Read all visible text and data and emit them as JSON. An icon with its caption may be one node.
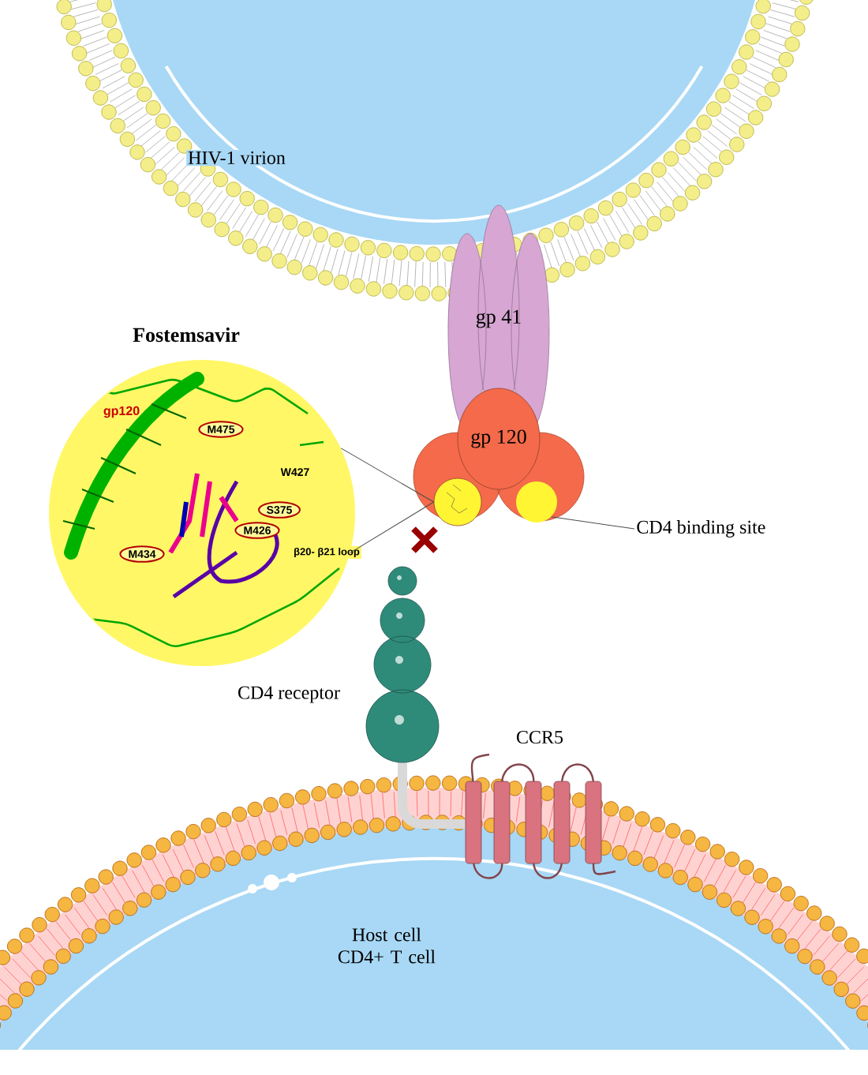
{
  "diagram": {
    "nodes": [
      {
        "text": [
          "gp 41"
        ]
      },
      {
        "text": [
          "gp 120"
        ]
      },
      {
        "text": [],
        "shape": "circle",
        "in": 1
      },
      {
        "text": [],
        "shape": "circle",
        "in": 1
      },
      {
        "text": [
          "CD4 binding site"
        ]
      },
      {
        "text": [
          "Fostemsavir",
          "gp120",
          "W427",
          "β20- β21 loop"
        ]
      },
      {
        "text": [
          "M475"
        ],
        "in": 5
      },
      {
        "text": [
          "S375"
        ],
        "in": 5
      },
      {
        "text": [
          "M426"
        ],
        "in": 5
      },
      {
        "text": [
          "M434"
        ],
        "in": 5
      }
    ],
    "edges": [
      {
        "from": 5,
        "to": 2,
        "arrow": "none"
      },
      {
        "from": 5,
        "to": 2,
        "arrow": "none"
      },
      {
        "from": 4,
        "to": 3,
        "arrow": "none"
      }
    ],
    "labels": [
      "HIV-1 virion",
      "CD4 receptor",
      "CCR5",
      "Host cell CD4+ T cell"
    ]
  }
}
